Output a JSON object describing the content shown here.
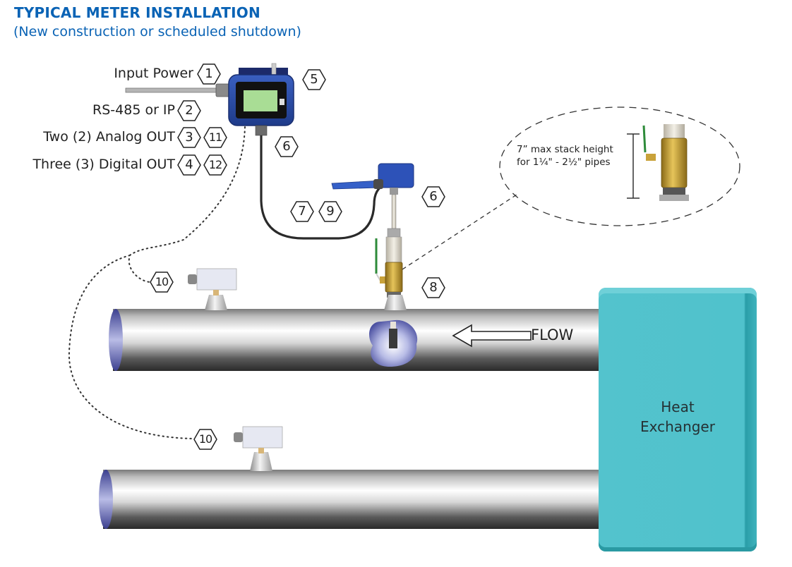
{
  "header": {
    "title": "TYPICAL METER INSTALLATION",
    "subtitle": "(New construction or scheduled shutdown)"
  },
  "colors": {
    "title_blue": "#0a63b5",
    "meter_blue": "#2a4fa8",
    "heat_exchanger_teal": "#50c2cc",
    "pipe_gray": "#9a9a9a",
    "brass": "#c9a23a",
    "valve_handle_green": "#2e8b3a"
  },
  "callout_labels": [
    {
      "text": "Input Power",
      "numbers": [
        "1"
      ]
    },
    {
      "text": "RS-485 or IP",
      "numbers": [
        "2"
      ]
    },
    {
      "text": "Two (2) Analog OUT",
      "numbers": [
        "3",
        "11"
      ]
    },
    {
      "text": "Three (3) Digital OUT",
      "numbers": [
        "4",
        "12"
      ]
    }
  ],
  "callouts": {
    "meter_display": "5",
    "meter_cable": "6",
    "sensor_head": "6",
    "cable_pair": [
      "7",
      "9"
    ],
    "ball_valve": "8",
    "temp_sensor_supply": "10",
    "temp_sensor_return": "10"
  },
  "detail_note": {
    "line1": "7” max stack height",
    "line2": "for 1¼\" - 2½\" pipes"
  },
  "flow_label": "FLOW",
  "heat_exchanger": {
    "line1": "Heat",
    "line2": "Exchanger"
  },
  "icons": {
    "flow_direction": "arrow-left-outline",
    "callout_badge": "hexagon"
  }
}
